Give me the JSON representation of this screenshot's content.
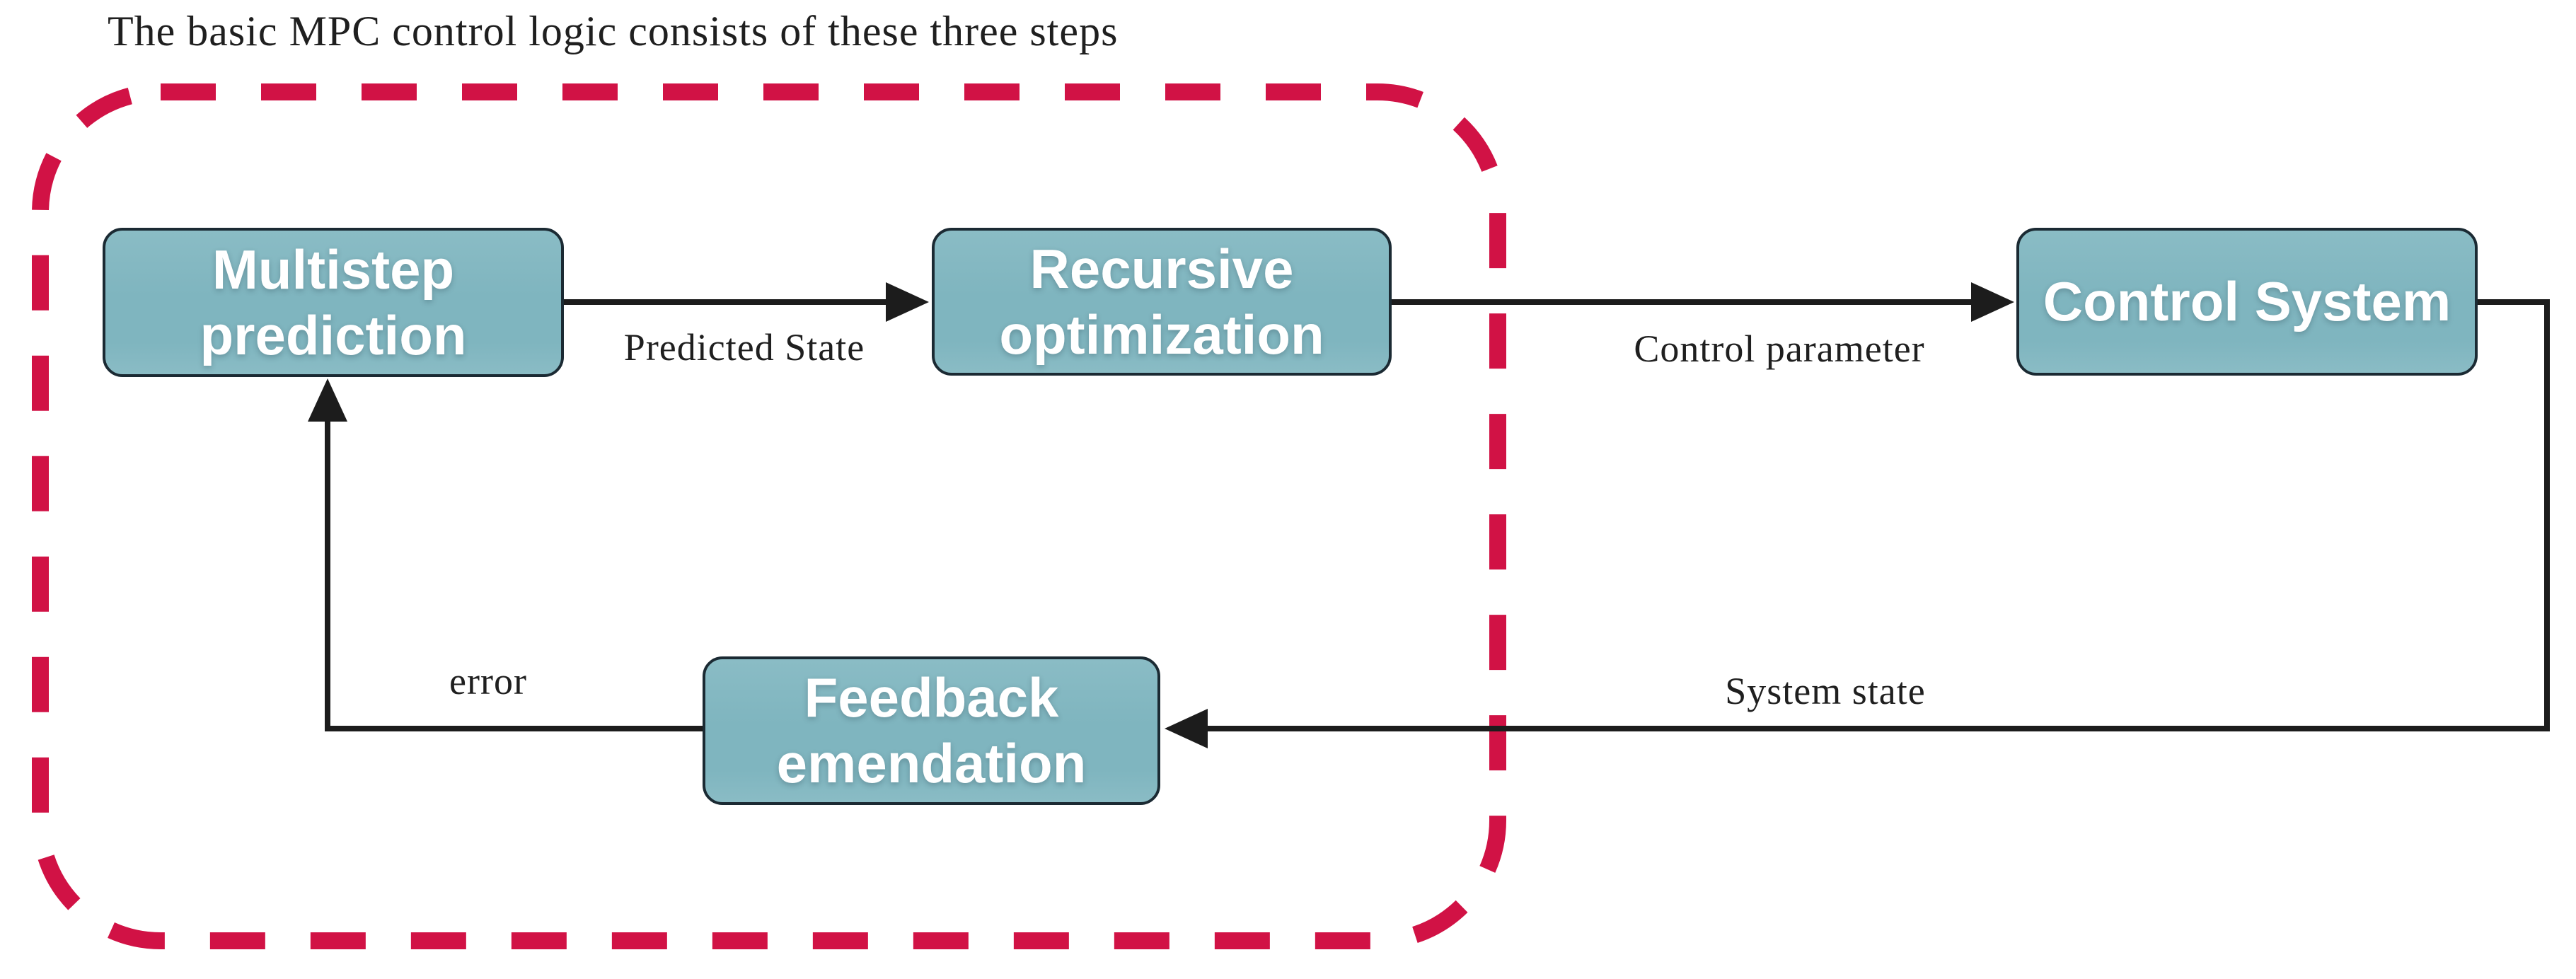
{
  "title": "The basic MPC control logic consists of these three steps",
  "boxes": {
    "multistep": {
      "lines": [
        "Multistep",
        "prediction"
      ]
    },
    "recursive": {
      "lines": [
        "Recursive",
        "optimization"
      ]
    },
    "control": {
      "lines": [
        "Control System"
      ]
    },
    "feedback": {
      "lines": [
        "Feedback",
        "emendation"
      ]
    }
  },
  "edge_labels": {
    "predicted_state": "Predicted State",
    "control_parameter": "Control parameter",
    "system_state": "System state",
    "error": "error"
  },
  "colors": {
    "box_fill": "#7fb5bf",
    "box_fill_light": "#8abcc5",
    "box_border": "#1b2a33",
    "dash": "#d11245",
    "line": "#1c1c1c",
    "text_dark": "#1f1f1f",
    "box_text": "#ffffff",
    "bg": "#ffffff"
  }
}
